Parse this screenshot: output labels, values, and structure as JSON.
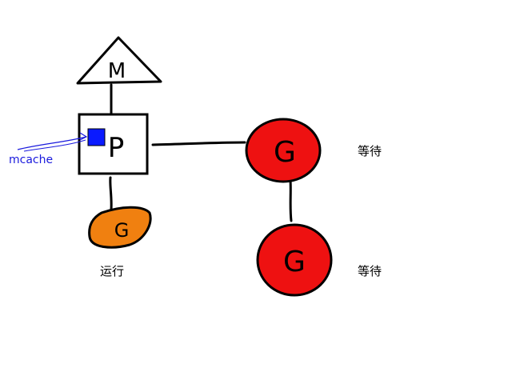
{
  "nodes": {
    "m": {
      "label": "M"
    },
    "p": {
      "label": "P"
    },
    "g_running": {
      "label": "G",
      "fill": "#f08010",
      "status": "运行"
    },
    "g_waiting_1": {
      "label": "G",
      "fill": "#ee1111",
      "status": "等待"
    },
    "g_waiting_2": {
      "label": "G",
      "fill": "#ee1111",
      "status": "等待"
    }
  },
  "mcache": {
    "label": "mcache",
    "color": "#1a1add",
    "fill": "#0a1aff"
  },
  "colors": {
    "stroke": "#000000",
    "background": "#ffffff"
  }
}
